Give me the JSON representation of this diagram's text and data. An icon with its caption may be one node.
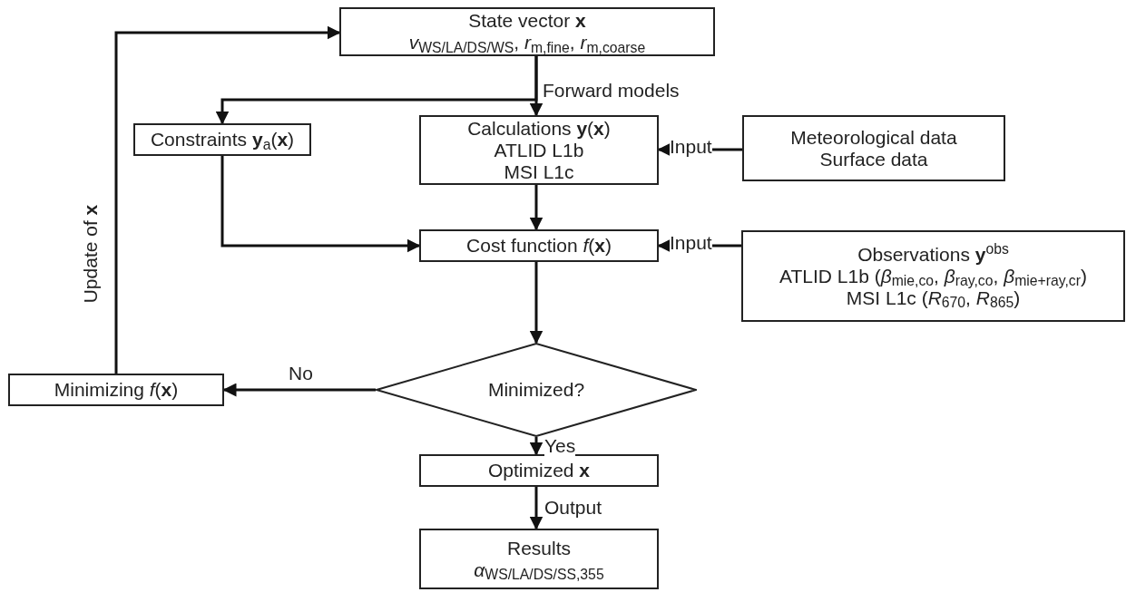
{
  "diagram": {
    "nodes": [
      {
        "text": [
          "State vector **x**",
          "*v*$_{WS/LA/DS/WS}$, *r*$_{m,fine}$, *r*$_{m,coarse}$"
        ]
      },
      {
        "text": [
          "Constraints **y**$_{a}$(**x**)"
        ]
      },
      {
        "text": [
          "Calculations **y**(**x**)",
          "ATLID L1b",
          "MSI L1c"
        ]
      },
      {
        "text": [
          "Meteorological data",
          "Surface data"
        ]
      },
      {
        "text": [
          "Cost function *f*(**x**)"
        ]
      },
      {
        "text": [
          "Observations **y**$^{obs}$",
          "ATLID L1b (*β*$_{mie,co}$, *β*$_{ray,co}$, *β*$_{mie+ray,cr}$)",
          "MSI L1c (*R*$_{670}$, *R*$_{865}$)"
        ]
      },
      {
        "text": [
          "Minimized?"
        ]
      },
      {
        "text": [
          "Minimizing *f*(**x**)"
        ]
      },
      {
        "text": [
          "Optimized **x**"
        ]
      },
      {
        "text": [
          "Results",
          "*α*$_{WS/LA/DS/SS,355}$"
        ]
      }
    ],
    "edges": [
      {
        "from": 0,
        "to": 1,
        "arrow": "to"
      },
      {
        "from": 0,
        "to": 2,
        "arrow": "to",
        "label": "Forward models"
      },
      {
        "from": 3,
        "to": 2,
        "arrow": "to",
        "label": "Input"
      },
      {
        "from": 2,
        "to": 4,
        "arrow": "to"
      },
      {
        "from": 1,
        "to": 4,
        "arrow": "to"
      },
      {
        "from": 5,
        "to": 4,
        "arrow": "to",
        "label": "Input"
      },
      {
        "from": 4,
        "to": 6,
        "arrow": "to"
      },
      {
        "from": 6,
        "to": 7,
        "arrow": "to",
        "label": "No"
      },
      {
        "from": 6,
        "to": 8,
        "arrow": "to",
        "label": "Yes"
      },
      {
        "from": 8,
        "to": 9,
        "arrow": "to",
        "label": "Output"
      },
      {
        "from": 7,
        "to": 0,
        "arrow": "to",
        "label": "Update of **x**"
      }
    ]
  }
}
